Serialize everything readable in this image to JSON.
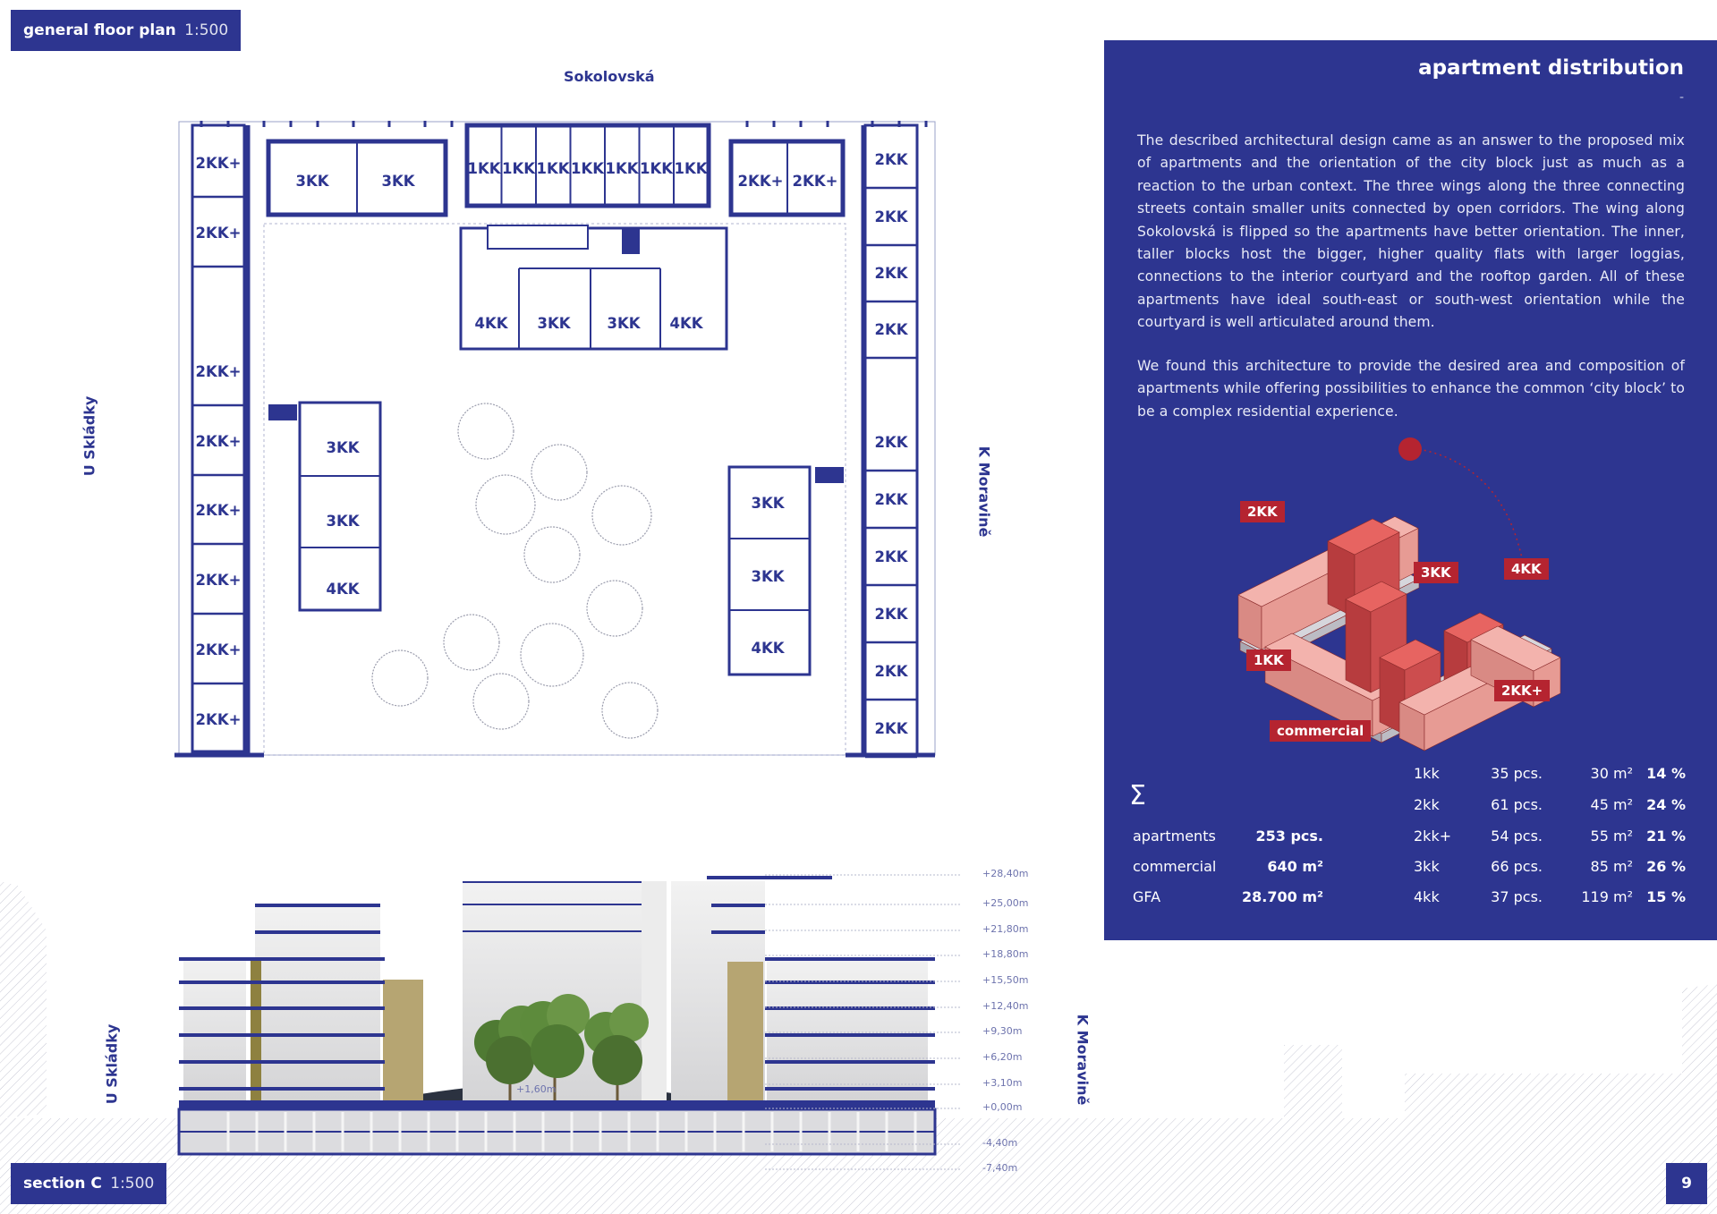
{
  "floor_plan": {
    "tag_title": "general floor plan",
    "tag_scale": "1:500",
    "streets": {
      "top": "Sokolovská",
      "left": "U Skládky",
      "right": "K Moravině"
    },
    "units": {
      "left_col": [
        "2KK+",
        "2KK+",
        "2KK+",
        "2KK+",
        "2KK+",
        "2KK+",
        "2KK+",
        "2KK+"
      ],
      "top_left": [
        "3KK",
        "3KK"
      ],
      "top_mid": [
        "1KK",
        "1KK",
        "1KK",
        "1KK",
        "1KK",
        "1KK",
        "1KK"
      ],
      "top_right": [
        "2KK+",
        "2KK+"
      ],
      "inner_top": [
        "4KK",
        "3KK",
        "3KK",
        "4KK"
      ],
      "inner_left": [
        "3KK",
        "3KK",
        "4KK"
      ],
      "inner_right": [
        "3KK",
        "3KK",
        "4KK"
      ],
      "right_col": [
        "2KK",
        "2KK",
        "2KK",
        "2KK",
        "2KK",
        "2KK",
        "2KK",
        "2KK",
        "2KK",
        "2KK"
      ]
    }
  },
  "section": {
    "tag_title": "section C",
    "tag_scale": "1:500",
    "streets": {
      "left": "U Skládky",
      "right": "K Moravině"
    },
    "elevations": [
      "+28,40m",
      "+25,00m",
      "+21,80m",
      "+18,80m",
      "+15,50m",
      "+12,40m",
      "+9,30m",
      "+6,20m",
      "+3,10m",
      "+0,00m",
      "-4,40m",
      "-7,40m"
    ],
    "courtyard_level": "+1,60m"
  },
  "panel": {
    "title": "apartment distribution",
    "dash": "-",
    "paragraph_1": "The described architectural design came as an answer to the proposed mix of apartments and the orientation of the city block just as much as a reaction to the urban context. The three wings along the three connecting streets contain smaller units connected by open corridors. The wing along Sokolovská is flipped so the apartments have better orientation. The inner, taller blocks host the bigger, higher quality flats with larger loggias, connections to the interior courtyard and the rooftop garden. All of these apartments have ideal south-east or south-west orientation while the courtyard is well articulated around them.",
    "paragraph_2": "We found this architecture to provide the desired area and composition of apartments while offering possibilities to enhance the common ‘city block’ to be a complex residential experience.",
    "iso_labels": {
      "l2kk": "2KK",
      "l3kk": "3KK",
      "l4kk": "4KK",
      "l1kk": "1KK",
      "l2kkplus": "2KK+",
      "commercial": "commercial"
    },
    "sigma": "Σ",
    "totals": [
      {
        "label": "apartments",
        "value": "253  pcs."
      },
      {
        "label": "commercial",
        "value": "640 m²"
      },
      {
        "label": "GFA",
        "value": "28.700 m²"
      }
    ],
    "mix": [
      {
        "type": "1kk",
        "count": "35 pcs.",
        "area": "30 m²",
        "share": "14 %"
      },
      {
        "type": "2kk",
        "count": "61 pcs.",
        "area": "45 m²",
        "share": "24 %"
      },
      {
        "type": "2kk+",
        "count": "54 pcs.",
        "area": "55 m²",
        "share": "21 %"
      },
      {
        "type": "3kk",
        "count": "66 pcs.",
        "area": "85 m²",
        "share": "26 %"
      },
      {
        "type": "4kk",
        "count": "37 pcs.",
        "area": "119 m²",
        "share": "15 %"
      }
    ]
  },
  "page_number": "9",
  "colors": {
    "brand_blue": "#2d3590",
    "accent_red": "#b52430",
    "brick": "#d9544f"
  }
}
